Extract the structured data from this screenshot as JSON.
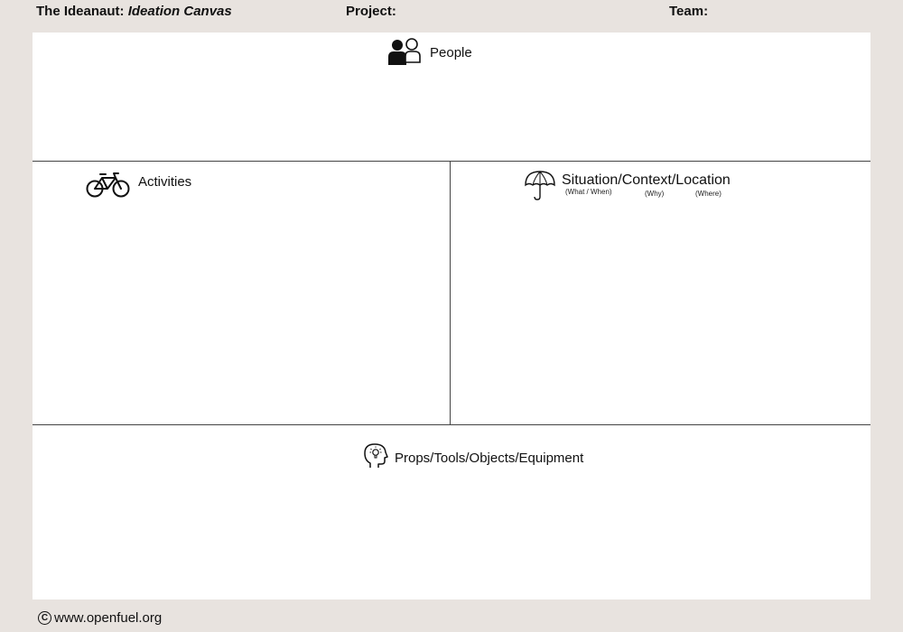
{
  "header": {
    "brand": "The Ideanaut:",
    "subtitle": "Ideation Canvas",
    "project_label": "Project:",
    "team_label": "Team:"
  },
  "sections": {
    "people": {
      "label": "People",
      "icon": "people-icon"
    },
    "activities": {
      "label": "Activities",
      "icon": "bicycle-icon"
    },
    "situation": {
      "label": "Situation/Context/Location",
      "icon": "umbrella-icon",
      "sub_what": "(What / When)",
      "sub_why": "(Why)",
      "sub_where": "(Where)"
    },
    "props": {
      "label": "Props/Tools/Objects/Equipment",
      "icon": "head-lightbulb-icon"
    }
  },
  "footer": {
    "copyright_symbol": "C",
    "url": "www.openfuel.org"
  },
  "colors": {
    "background": "#e8e3df",
    "canvas": "#ffffff",
    "lines": "#444444"
  }
}
